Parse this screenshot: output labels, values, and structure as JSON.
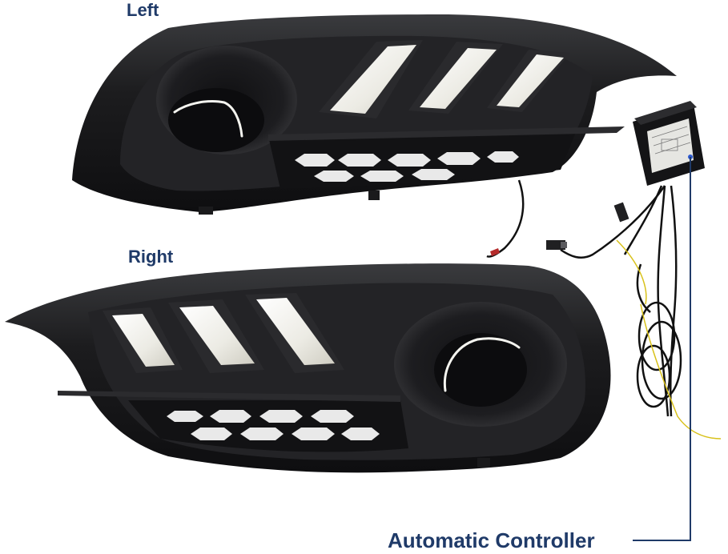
{
  "labels": {
    "left": "Left",
    "right": "Right",
    "controller": "Automatic Controller"
  },
  "colors": {
    "label_text": "#1f3a68",
    "bezel": "#1a1a1c",
    "drl_light": "#f2f1ea",
    "wire_yellow": "#d8c11a",
    "callout": "#1f3a68"
  }
}
